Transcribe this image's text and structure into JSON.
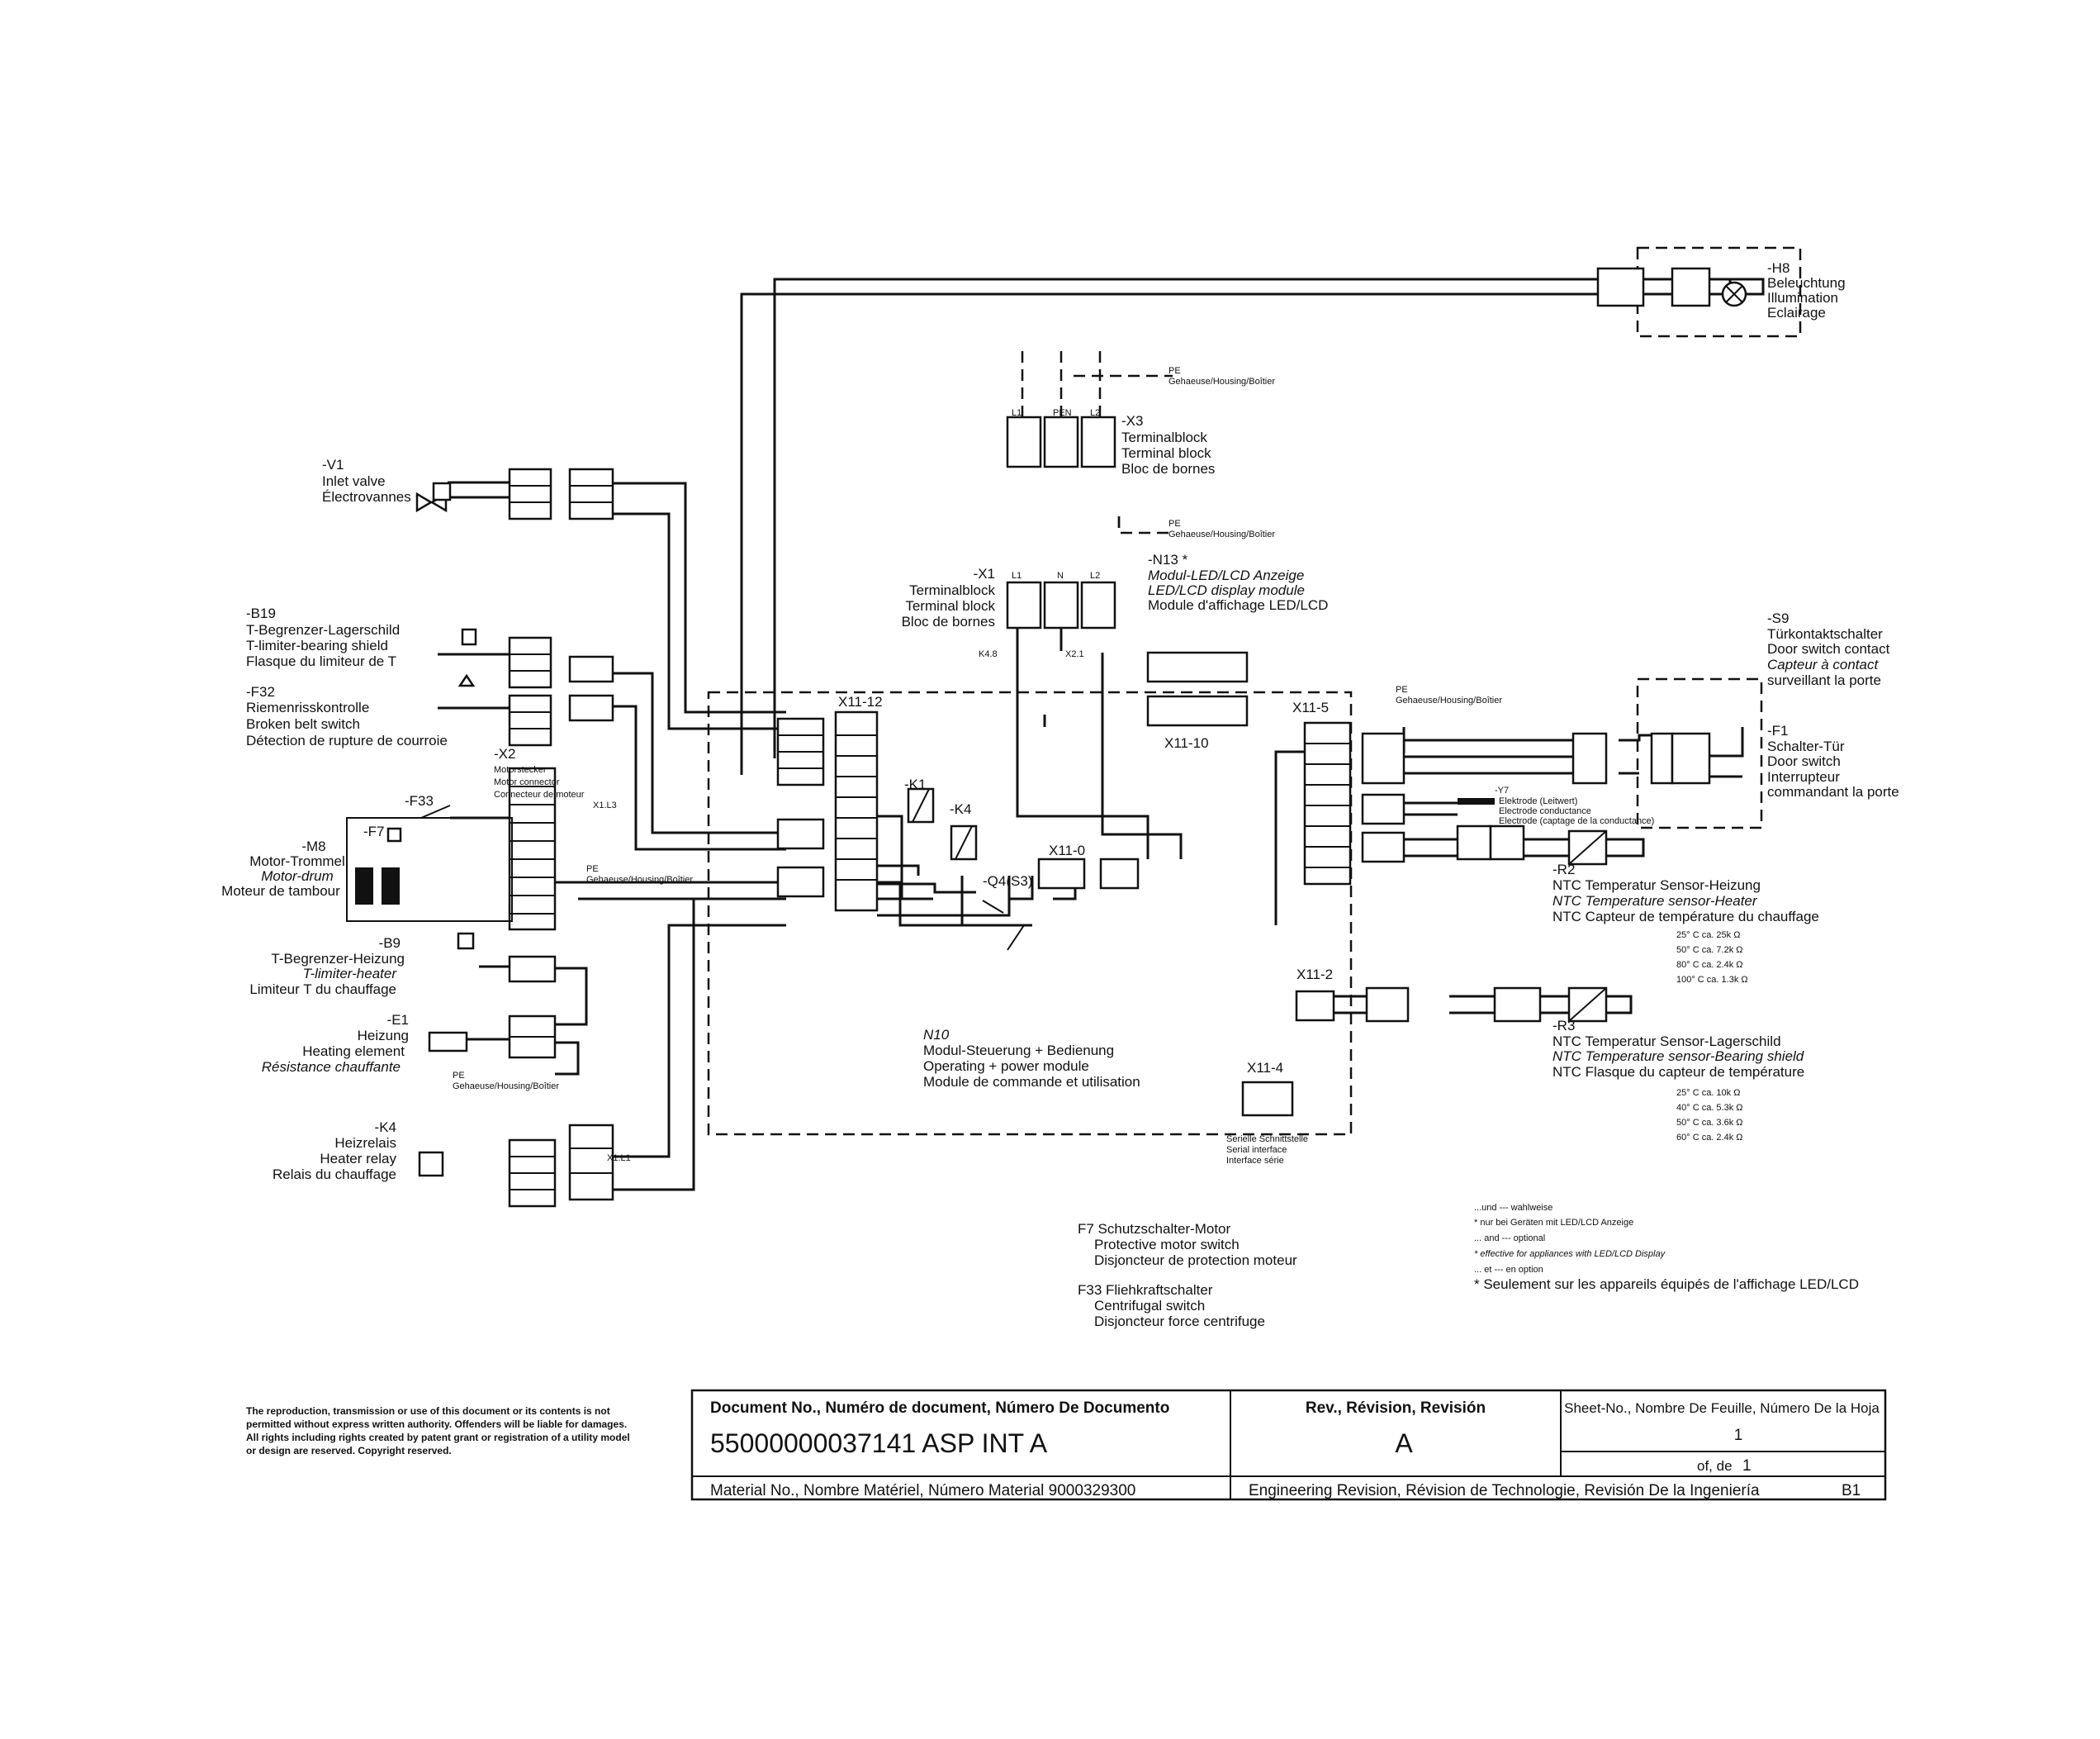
{
  "components": {
    "v1": [
      "-V1",
      "Inlet valve",
      "Électrovannes"
    ],
    "b19": [
      "-B19",
      "T-Begrenzer-Lagerschild",
      "T-limiter-bearing shield",
      "Flasque du limiteur de T"
    ],
    "f32": [
      "-F32",
      "Riemenrisskontrolle",
      "Broken belt switch",
      "Détection de rupture de courroie"
    ],
    "x2": [
      "-X2",
      "Motorstecker",
      "Motor connector",
      "Connecteur de moteur"
    ],
    "f33": "-F33",
    "f7": "-F7",
    "m8": [
      "-M8",
      "Motor-Trommel",
      "Motor-drum",
      "Moteur de tambour"
    ],
    "b9": [
      "-B9",
      "T-Begrenzer-Heizung",
      "T-limiter-heater",
      "Limiteur T du chauffage"
    ],
    "e1": [
      "-E1",
      "Heizung",
      "Heating element",
      "Résistance chauffante"
    ],
    "k4": [
      "-K4",
      "Heizrelais",
      "Heater relay",
      "Relais du chauffage"
    ],
    "x3": [
      "-X3",
      "Terminalblock",
      "Terminal block",
      "Bloc de bornes"
    ],
    "x1": [
      "-X1",
      "Terminalblock",
      "Terminal block",
      "Bloc de bornes"
    ],
    "n13": [
      "-N13 *",
      "Modul-LED/LCD Anzeige",
      "LED/LCD display module",
      "Module d'affichage LED/LCD"
    ],
    "h8": [
      "-H8",
      "Beleuchtung",
      "Illumination",
      "Eclairage"
    ],
    "s9": [
      "-S9",
      "Türkontaktschalter",
      "Door switch contact",
      "Capteur à contact",
      "surveillant la porte"
    ],
    "f1": [
      "-F1",
      "Schalter-Tür",
      "Door switch",
      "Interrupteur",
      "commandant la porte"
    ],
    "r2": [
      "-R2",
      "NTC Temperatur Sensor-Heizung",
      "NTC Temperature sensor-Heater",
      "NTC Capteur de température du chauffage"
    ],
    "r2_values": [
      "25° C ca. 25k Ω",
      "50° C ca. 7.2k Ω",
      "80° C ca. 2.4k Ω",
      "100° C ca. 1.3k Ω"
    ],
    "r3": [
      "-R3",
      "NTC Temperatur Sensor-Lagerschild",
      "NTC Temperature sensor-Bearing shield",
      "NTC Flasque du capteur de température"
    ],
    "r3_values": [
      "25° C ca. 10k Ω",
      "40° C ca. 5.3k Ω",
      "50° C ca. 3.6k Ω",
      "60° C ca. 2.4k Ω"
    ],
    "n10": [
      "N10",
      "Modul-Steuerung + Bedienung",
      "Operating + power module",
      "Module de commande et utilisation"
    ],
    "serial": [
      "Serielle Schnittstelle",
      "Serial interface",
      "Interface série"
    ],
    "electrode": [
      "-Y7",
      "Elektrode (Leitwert)",
      "Electrode conductance",
      "Electrode (captage de la conductance)"
    ],
    "k1": "-K1",
    "k4_relay": "-K4",
    "q4": "-Q4(S3)",
    "pe_full": "Gehaeuse/Housing/Boîtier",
    "pe": "PE"
  },
  "connectors": {
    "x11_12": "X11-12",
    "x11_5": "X11-5",
    "x11_10": "X11-10",
    "x11_0": "X11-0",
    "x11_2": "X11-2",
    "x11_4": "X11-4",
    "x11_l3": "X1.L3",
    "x11_l1": "X1.L1",
    "k4_8": "K4.8",
    "x2_1": "X2.1",
    "l1": "L1",
    "l2": "L2",
    "pen": "PEN",
    "n": "N"
  },
  "notes": {
    "f7": [
      "F7  Schutzschalter-Motor",
      "Protective motor switch",
      "Disjoncteur de protection moteur"
    ],
    "f33": [
      "F33  Fliehkraftschalter",
      "Centrifugal switch",
      "Disjoncteur force centrifuge"
    ],
    "legend": [
      "...und --- wahlweise",
      "* nur bei Geräten mit LED/LCD Anzeige",
      "... and --- optional",
      "* effective for appliances with LED/LCD Display",
      "... et --- en option",
      "* Seulement sur les appareils équipés de l'affichage LED/LCD"
    ]
  },
  "legal": [
    "The reproduction, transmission or use of this document or its contents is not",
    "permitted without express written authority. Offenders will be liable for damages.",
    "All rights including rights created by patent grant or registration of a utility model",
    "or design are reserved. Copyright reserved."
  ],
  "title_block": {
    "doc_label": "Document No., Numéro de document, Número De Documento",
    "doc_no": "55000000037141 ASP INT A",
    "rev_label": "Rev., Révision, Revisión",
    "rev": "A",
    "sheet_label": "Sheet-No., Nombre De Feuille, Número De la Hoja",
    "sheet": "1",
    "of_label": "of, de",
    "of": "1",
    "material": "Material No., Nombre Matériel, Número Material  9000329300",
    "eng_rev": "Engineering Revision, Révision de Technologie, Revisión De la Ingeniería",
    "eng_rev_value": "B1"
  }
}
